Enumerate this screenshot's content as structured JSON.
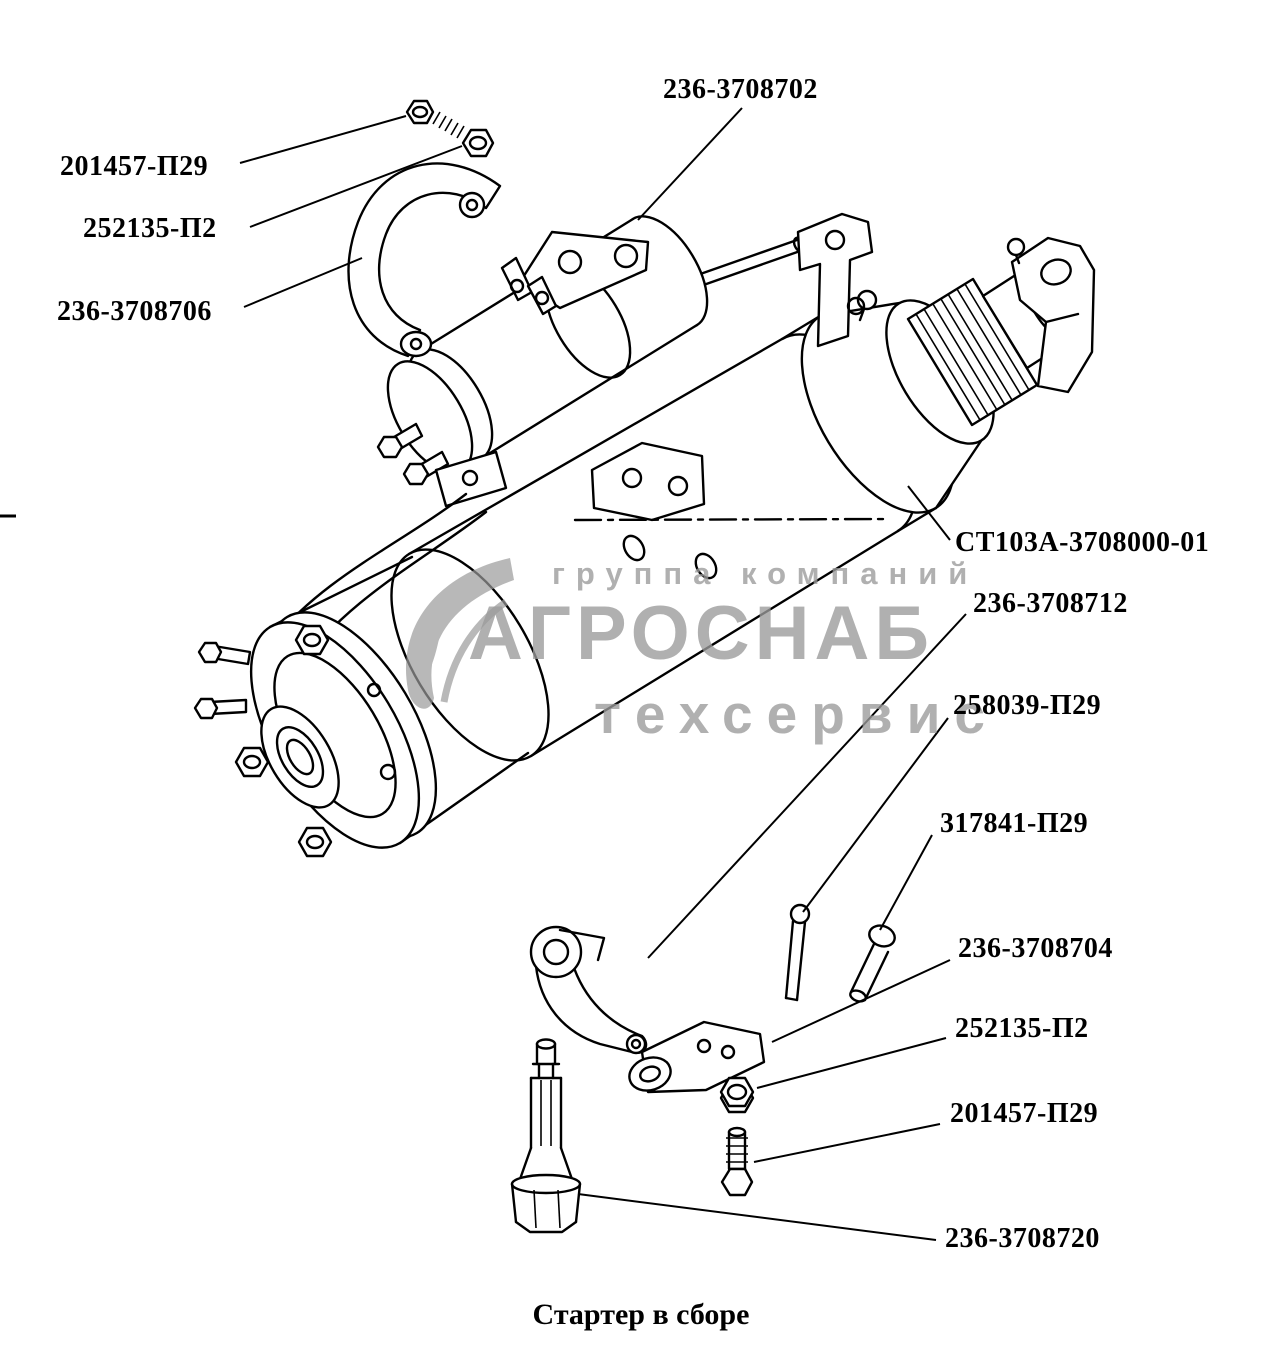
{
  "page": {
    "background": "#ffffff",
    "ink": "#000000"
  },
  "diagram": {
    "caption": "Стартер в сборе",
    "labels": [
      {
        "text": "236-3708702"
      },
      {
        "text": "201457-П29"
      },
      {
        "text": "252135-П2"
      },
      {
        "text": "236-3708706"
      },
      {
        "text": "СТ103А-3708000-01"
      },
      {
        "text": "236-3708712"
      },
      {
        "text": "258039-П29"
      },
      {
        "text": "317841-П29"
      },
      {
        "text": "236-3708704"
      },
      {
        "text": "252135-П2"
      },
      {
        "text": "201457-П29"
      },
      {
        "text": "236-3708720"
      }
    ]
  },
  "watermark": {
    "line1": "группа компаний",
    "line2": "АГРОСНАБ",
    "line3": "техсервис",
    "color": "#9b9b9b"
  }
}
